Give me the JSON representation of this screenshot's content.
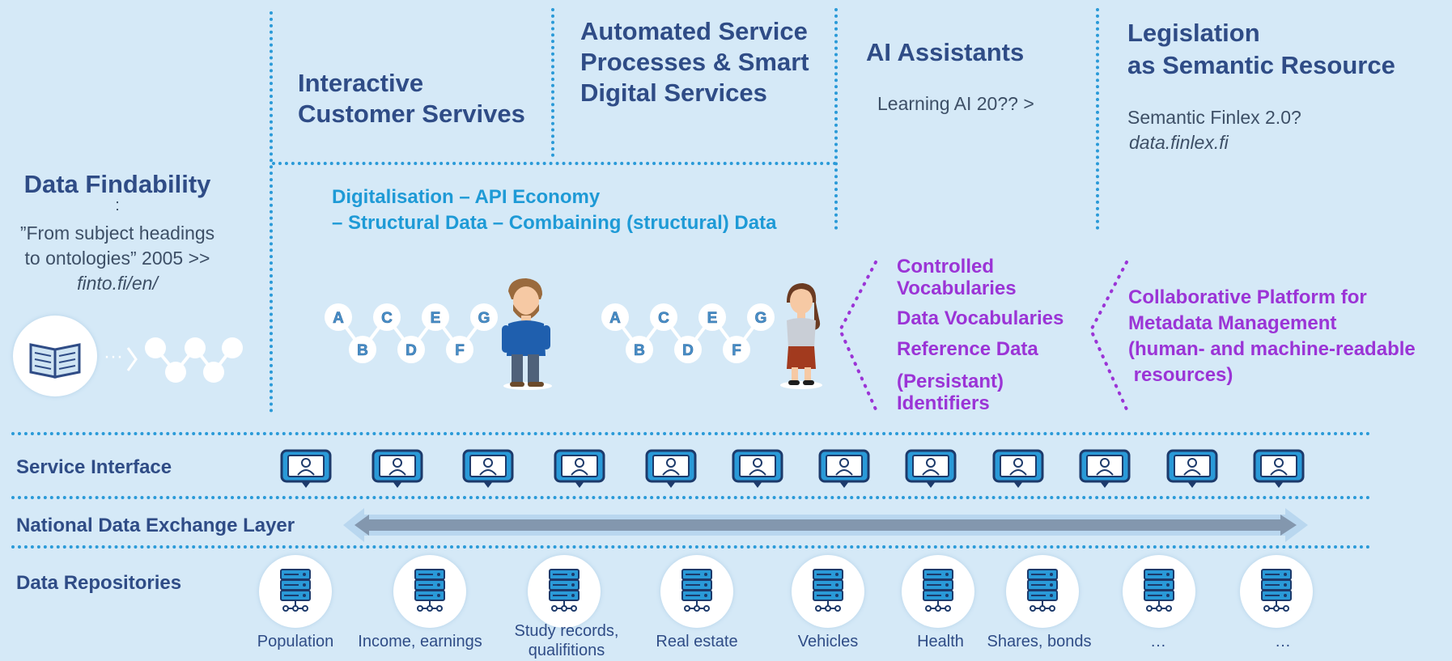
{
  "top_columns": {
    "interactive": "Interactive\nCustomer Servives",
    "automated": "Automated Service\nProcesses & Smart\nDigital Services",
    "ai_title": "AI Assistants",
    "ai_sub": "Learning AI 20?? >",
    "legislation_title": "Legislation\nas Semantic Resource",
    "legislation_sub1": "Semantic Finlex 2.0?",
    "legislation_sub2": "data.finlex.fi"
  },
  "findability": {
    "title": "Data Findability",
    "colon": ":",
    "quote": "”From subject headings\nto ontologies” 2005 >>",
    "link": "finto.fi/en/"
  },
  "digitalisation": "Digitalisation – API Economy\n– Structural Data – Combaining (structural) Data",
  "graph_nodes": [
    "A",
    "B",
    "C",
    "D",
    "E",
    "F",
    "G"
  ],
  "vocab_items": [
    "Controlled\nVocabularies",
    "Data Vocabularies",
    "Reference Data",
    "(Persistant)\nIdentifiers"
  ],
  "platform": "Collaborative Platform for\nMetadata Management\n(human- and machine-readable\n resources)",
  "layers": {
    "service_interface": "Service Interface",
    "exchange": "National Data Exchange Layer",
    "repositories": "Data Repositories"
  },
  "repositories": [
    "Population",
    "Income, earnings",
    "Study records,\nqualifitions",
    "Real estate",
    "Vehicles",
    "Health",
    "Shares, bonds",
    "…",
    "…"
  ],
  "colors": {
    "background": "#d5e9f7",
    "dark_blue": "#2f4c86",
    "cyan": "#1e9ad6",
    "purple": "#9b34d6",
    "dots": "#2a9ad8"
  }
}
